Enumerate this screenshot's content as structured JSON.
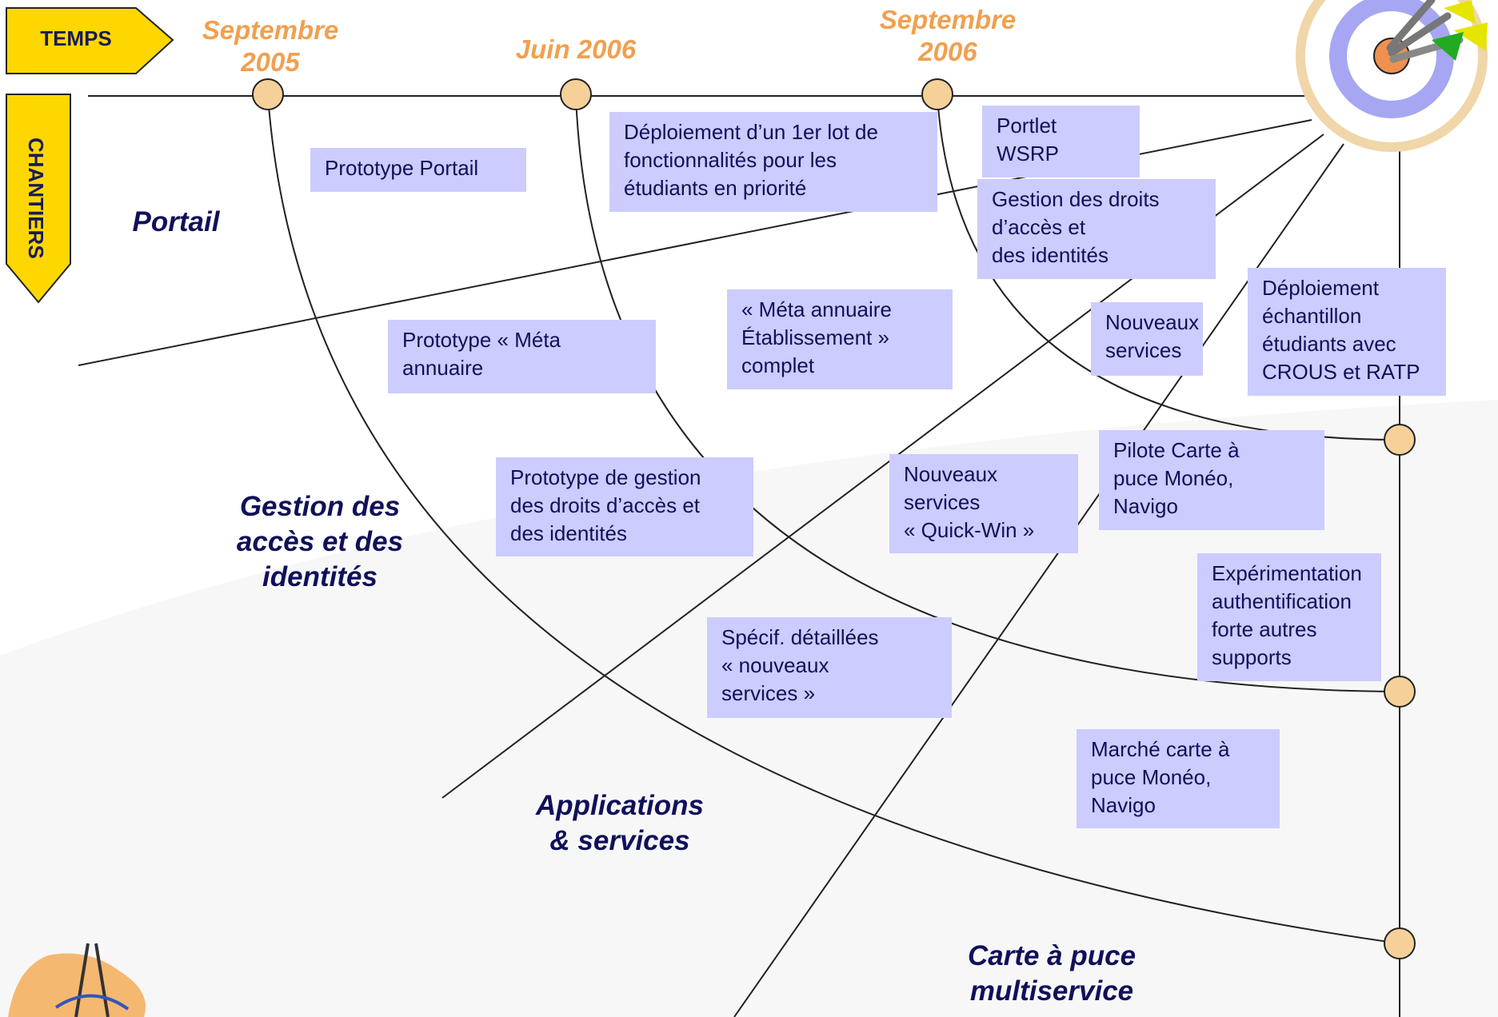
{
  "header": {
    "temps": "TEMPS",
    "chantiers": "CHANTIERS"
  },
  "dates": {
    "sep2005": "Septembre\n2005",
    "jun2006": "Juin 2006",
    "sep2006": "Septembre\n2006"
  },
  "tracks": {
    "portail": "Portail",
    "gestion": "Gestion des\naccès et des\nidentités",
    "applications": "Applications\n& services",
    "carte": "Carte à puce\nmultiservice"
  },
  "boxes": {
    "prototype_portail": "Prototype  Portail",
    "deploiement_lot": "Déploiement d’un 1er  lot de\nfonctionnalités pour les\nétudiants en priorité",
    "portlet_wsrp": "Portlet\nWSRP",
    "gestion_droits": "Gestion des droits\nd’accès et\ndes identités",
    "prototype_meta": "Prototype « Méta\nannuaire",
    "meta_complet": "« Méta annuaire\nÉtablissement »\ncomplet",
    "nouveaux_services": "Nouveaux\nservices",
    "deploiement_echantillon": "Déploiement\néchantillon\nétudiants avec\nCROUS et RATP",
    "prototype_gestion": "Prototype de gestion\ndes droits d’accès et\ndes identités",
    "quick_win": "Nouveaux\nservices\n« Quick-Win »",
    "pilote_carte": "Pilote Carte à\npuce Monéo,\nNavigo",
    "experimentation": "Expérimentation\nauthentification\nforte autres\nsupports",
    "specif": "Spécif. détaillées\n« nouveaux\nservices »",
    "marche_carte": "Marché carte à\npuce Monéo,\nNavigo"
  },
  "colors": {
    "box_fill": "#ccccff",
    "date_text": "#f0a050",
    "track_text": "#10105a",
    "milestone_fill": "#f5d199",
    "arrow_fill": "#ffd700"
  }
}
